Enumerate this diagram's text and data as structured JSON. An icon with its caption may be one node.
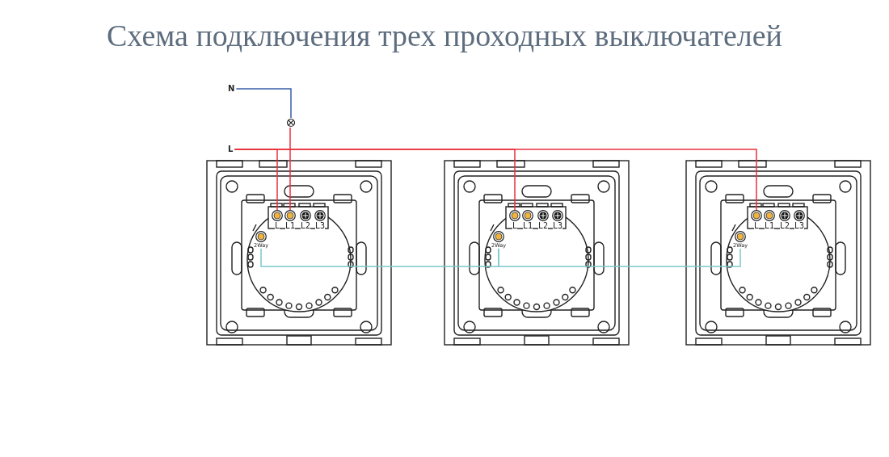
{
  "diagram": {
    "title": "Схема подключения трех проходных выключателей",
    "nodes": [
      {
        "text": [
          "N"
        ]
      },
      {
        "text": [],
        "shape": "circle"
      },
      {
        "text": [
          "L"
        ]
      },
      {
        "text": [],
        "shape": "picture"
      },
      {
        "text": [
          "L"
        ],
        "in": 3
      },
      {
        "text": [
          "L1"
        ],
        "in": 3
      },
      {
        "text": [
          "L2"
        ],
        "in": 3
      },
      {
        "text": [
          "L3"
        ],
        "in": 3
      },
      {
        "text": [
          "2Way"
        ],
        "in": 3
      },
      {
        "text": [],
        "shape": "picture"
      },
      {
        "text": [
          "L"
        ],
        "in": 9
      },
      {
        "text": [
          "L1"
        ],
        "in": 9
      },
      {
        "text": [
          "L2"
        ],
        "in": 9
      },
      {
        "text": [
          "L3"
        ],
        "in": 9
      },
      {
        "text": [
          "2Way"
        ],
        "in": 9
      },
      {
        "text": [],
        "shape": "picture"
      },
      {
        "text": [
          "L"
        ],
        "in": 15
      },
      {
        "text": [
          "L1"
        ],
        "in": 15
      },
      {
        "text": [
          "L2"
        ],
        "in": 15
      },
      {
        "text": [
          "L3"
        ],
        "in": 15
      },
      {
        "text": [
          "2Way"
        ],
        "in": 15
      }
    ],
    "edges": [
      {
        "from": 0,
        "to": 1,
        "arrow": "none",
        "color": "#3a5fa8"
      },
      {
        "from": 1,
        "to": 5,
        "arrow": "none"
      },
      {
        "from": 2,
        "to": 4,
        "arrow": "none"
      },
      {
        "from": 2,
        "to": 10,
        "arrow": "none"
      },
      {
        "from": 2,
        "to": 16,
        "arrow": "none"
      },
      {
        "from": 8,
        "to": 14,
        "arrow": "none",
        "color": "#7cc8cc"
      },
      {
        "from": 14,
        "to": 20,
        "arrow": "none",
        "color": "#7cc8cc"
      }
    ]
  }
}
